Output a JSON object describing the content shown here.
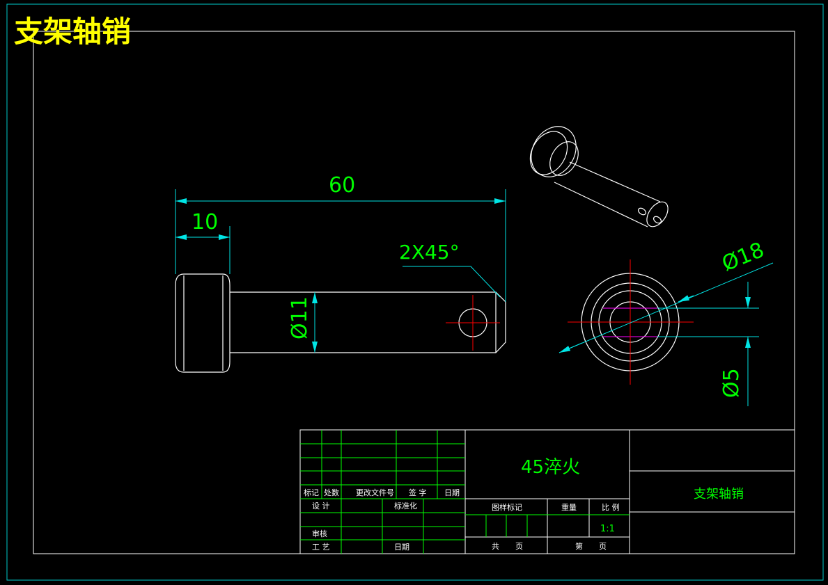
{
  "drawing_title": "支架轴销",
  "colors": {
    "background": "#000000",
    "sheet_border": "#00cccc",
    "frame": "#ffffff",
    "outline": "#ffffff",
    "dimension_line": "#00e5e5",
    "dimension_text": "#00ff00",
    "center_line": "#ff0000",
    "hidden_line": "#ff00ff",
    "title_text": "#ffff00",
    "table_line_white": "#ffffff",
    "table_line_green": "#00ff00"
  },
  "dimensions": {
    "overall_length": "60",
    "head_length": "10",
    "shaft_diameter": "Ø11",
    "chamfer": "2X45°",
    "head_diameter": "Ø18",
    "hole_diameter": "Ø5"
  },
  "title_block": {
    "material": "45淬火",
    "part_name": "支架轴销",
    "scale": "1:1",
    "labels": {
      "mark": "标记",
      "count": "处数",
      "change_doc": "更改文件号",
      "signature": "签 字",
      "date": "日期",
      "design": "设 计",
      "standardization": "标准化",
      "review": "审核",
      "process": "工 艺",
      "date2": "日期",
      "drawing_mark": "图样标记",
      "weight": "重量",
      "ratio": "比 例",
      "total": "共",
      "page": "页",
      "sheet_no": "第",
      "page2": "页"
    }
  }
}
